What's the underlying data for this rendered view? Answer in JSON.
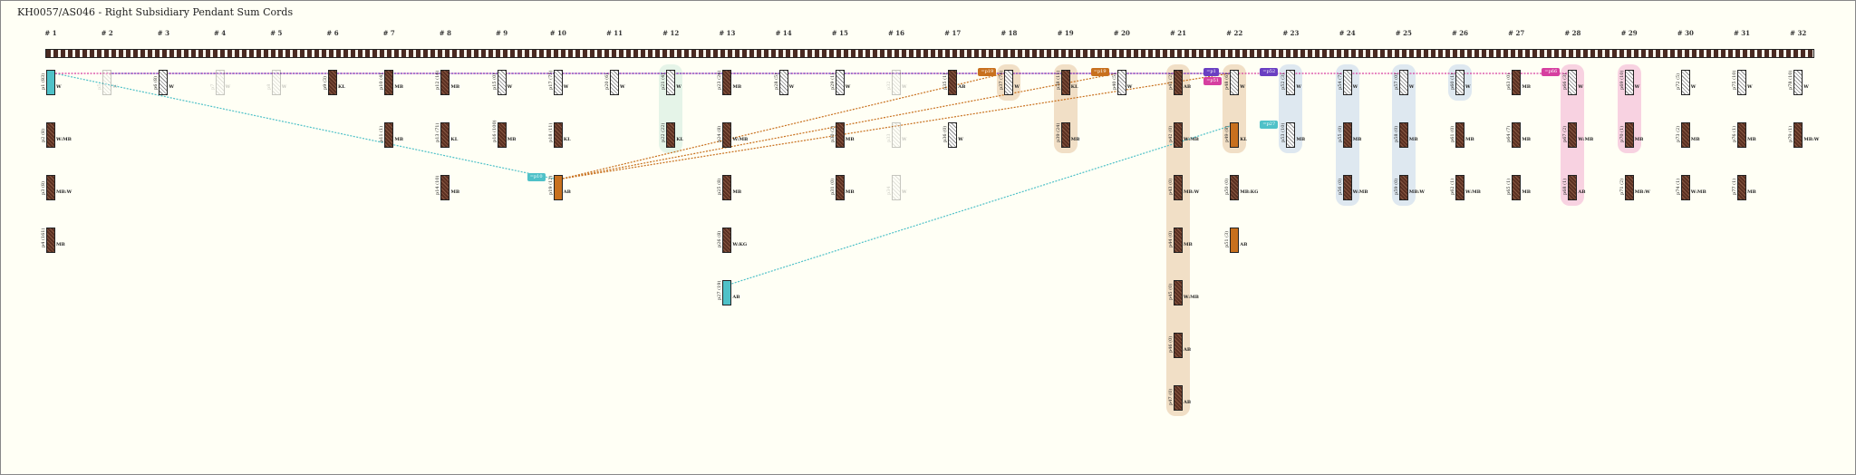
{
  "title": "KH0057/AS046 - Right Subsidiary Pendant Sum Cords",
  "columns": [
    "# 1",
    "# 2",
    "# 3",
    "# 4",
    "# 5",
    "# 6",
    "# 7",
    "# 8",
    "# 9",
    "# 10",
    "# 11",
    "# 12",
    "# 13",
    "# 14",
    "# 15",
    "# 16",
    "# 17",
    "# 18",
    "# 19",
    "# 20",
    "# 21",
    "# 22",
    "# 23",
    "# 24",
    "# 25",
    "# 26",
    "# 27",
    "# 28",
    "# 29",
    "# 30",
    "# 31",
    "# 32"
  ],
  "colors": {
    "cord_dark": "#5a3022",
    "cord_light": "#ffffff",
    "teal": "#4fc1c8",
    "orange": "#c8701e",
    "magenta": "#d63fa0",
    "purple": "#6a3fc2",
    "tan_band": "#e8c9a6",
    "pink_band": "#f3b4d3",
    "blue_band": "#c8d8ec",
    "green_band": "#d4ece0"
  },
  "cords": [
    {
      "col": 1,
      "row": 0,
      "id": "p1 (83)",
      "code": "W",
      "style": "teal"
    },
    {
      "col": 1,
      "row": 1,
      "id": "p2 (8)",
      "code": "W:MB",
      "style": "dark"
    },
    {
      "col": 1,
      "row": 2,
      "id": "p3 (8)",
      "code": "MB:W",
      "style": "dark"
    },
    {
      "col": 1,
      "row": 3,
      "id": "p4 (161)",
      "code": "MB",
      "style": "dark"
    },
    {
      "col": 2,
      "row": 0,
      "id": "p5",
      "code": "W",
      "style": "ghost"
    },
    {
      "col": 3,
      "row": 0,
      "id": "p6 (8)",
      "code": "W",
      "style": "light"
    },
    {
      "col": 4,
      "row": 0,
      "id": "p7",
      "code": "W",
      "style": "ghost"
    },
    {
      "col": 5,
      "row": 0,
      "id": "p8",
      "code": "W",
      "style": "ghost"
    },
    {
      "col": 6,
      "row": 0,
      "id": "p9 (3)",
      "code": "KL",
      "style": "dark"
    },
    {
      "col": 7,
      "row": 0,
      "id": "p10 (4)",
      "code": "MB",
      "style": "dark"
    },
    {
      "col": 7,
      "row": 1,
      "id": "p11 (1)",
      "code": "MB",
      "style": "dark"
    },
    {
      "col": 8,
      "row": 0,
      "id": "p12 (16)",
      "code": "MB",
      "style": "dark"
    },
    {
      "col": 8,
      "row": 1,
      "id": "p13 (71)",
      "code": "KL",
      "style": "dark"
    },
    {
      "col": 8,
      "row": 2,
      "id": "p14 (10)",
      "code": "MB",
      "style": "dark"
    },
    {
      "col": 9,
      "row": 0,
      "id": "p15 (0)",
      "code": "W",
      "style": "light"
    },
    {
      "col": 9,
      "row": 1,
      "id": "p16 (100)",
      "code": "MB",
      "style": "dark"
    },
    {
      "col": 10,
      "row": 0,
      "id": "p17 (75)",
      "code": "W",
      "style": "light"
    },
    {
      "col": 10,
      "row": 1,
      "id": "p18 (11)",
      "code": "KL",
      "style": "dark"
    },
    {
      "col": 10,
      "row": 2,
      "id": "p19 (12)",
      "code": "AB",
      "style": "orange"
    },
    {
      "col": 11,
      "row": 0,
      "id": "p20 (6)",
      "code": "W",
      "style": "light"
    },
    {
      "col": 12,
      "row": 0,
      "id": "p21 (4)",
      "code": "W",
      "style": "light"
    },
    {
      "col": 12,
      "row": 1,
      "id": "p22 (22)",
      "code": "KL",
      "style": "dark"
    },
    {
      "col": 13,
      "row": 0,
      "id": "p23 (26)",
      "code": "MB",
      "style": "dark"
    },
    {
      "col": 13,
      "row": 1,
      "id": "p24 (8)",
      "code": "W:MB",
      "style": "dark"
    },
    {
      "col": 13,
      "row": 2,
      "id": "p25 (8)",
      "code": "MB",
      "style": "dark"
    },
    {
      "col": 13,
      "row": 3,
      "id": "p26 (8)",
      "code": "W:KG",
      "style": "dark"
    },
    {
      "col": 13,
      "row": 4,
      "id": "p27 (19)",
      "code": "AB",
      "style": "teal"
    },
    {
      "col": 14,
      "row": 0,
      "id": "p28 (5)",
      "code": "W",
      "style": "light"
    },
    {
      "col": 15,
      "row": 0,
      "id": "p29 (1)",
      "code": "W",
      "style": "light"
    },
    {
      "col": 15,
      "row": 1,
      "id": "p30 (2)",
      "code": "MB",
      "style": "dark"
    },
    {
      "col": 15,
      "row": 2,
      "id": "p31 (0)",
      "code": "MB",
      "style": "dark"
    },
    {
      "col": 16,
      "row": 0,
      "id": "p32",
      "code": "W",
      "style": "ghost"
    },
    {
      "col": 16,
      "row": 1,
      "id": "p33",
      "code": "W",
      "style": "ghost"
    },
    {
      "col": 16,
      "row": 2,
      "id": "p34",
      "code": "W",
      "style": "ghost"
    },
    {
      "col": 17,
      "row": 0,
      "id": "p35 (1)",
      "code": "AB",
      "style": "dark"
    },
    {
      "col": 17,
      "row": 1,
      "id": "p36 (0)",
      "code": "W",
      "style": "light"
    },
    {
      "col": 18,
      "row": 0,
      "id": "p37 (74)",
      "code": "W",
      "style": "light"
    },
    {
      "col": 19,
      "row": 0,
      "id": "p38 (11)",
      "code": "KL",
      "style": "dark"
    },
    {
      "col": 19,
      "row": 1,
      "id": "p39 (24)",
      "code": "MB",
      "style": "dark"
    },
    {
      "col": 20,
      "row": 0,
      "id": "p40 (5)",
      "code": "W",
      "style": "light"
    },
    {
      "col": 21,
      "row": 0,
      "id": "p41 (2)",
      "code": "AB",
      "style": "dark"
    },
    {
      "col": 21,
      "row": 1,
      "id": "p42 (0)",
      "code": "W:MB",
      "style": "dark"
    },
    {
      "col": 21,
      "row": 2,
      "id": "p43 (0)",
      "code": "MB:W",
      "style": "dark"
    },
    {
      "col": 21,
      "row": 3,
      "id": "p44 (0)",
      "code": "MB",
      "style": "dark"
    },
    {
      "col": 21,
      "row": 4,
      "id": "p45 (0)",
      "code": "W:MB",
      "style": "dark"
    },
    {
      "col": 21,
      "row": 5,
      "id": "p46 (0)",
      "code": "AB",
      "style": "dark"
    },
    {
      "col": 21,
      "row": 6,
      "id": "p47 (0)",
      "code": "AB",
      "style": "dark"
    },
    {
      "col": 22,
      "row": 0,
      "id": "p48 (6)",
      "code": "W",
      "style": "light"
    },
    {
      "col": 22,
      "row": 1,
      "id": "p49 (8)",
      "code": "KL",
      "style": "orange"
    },
    {
      "col": 22,
      "row": 2,
      "id": "p50 (0)",
      "code": "MB:KG",
      "style": "dark"
    },
    {
      "col": 22,
      "row": 3,
      "id": "p51 (3)",
      "code": "AB",
      "style": "orange"
    },
    {
      "col": 23,
      "row": 0,
      "id": "p52 (3)",
      "code": "W",
      "style": "light"
    },
    {
      "col": 23,
      "row": 1,
      "id": "p53 (10)",
      "code": "MB",
      "style": "light"
    },
    {
      "col": 24,
      "row": 0,
      "id": "p54 (7)",
      "code": "W",
      "style": "light"
    },
    {
      "col": 24,
      "row": 1,
      "id": "p55 (0)",
      "code": "MB",
      "style": "dark"
    },
    {
      "col": 24,
      "row": 2,
      "id": "p56 (0)",
      "code": "W:MB",
      "style": "dark"
    },
    {
      "col": 25,
      "row": 0,
      "id": "p57 (0)",
      "code": "W",
      "style": "light"
    },
    {
      "col": 25,
      "row": 1,
      "id": "p58 (0)",
      "code": "MB",
      "style": "dark"
    },
    {
      "col": 25,
      "row": 2,
      "id": "p59 (0)",
      "code": "MB:W",
      "style": "dark"
    },
    {
      "col": 26,
      "row": 0,
      "id": "p60 (1)",
      "code": "W",
      "style": "light"
    },
    {
      "col": 26,
      "row": 1,
      "id": "p61 (0)",
      "code": "MB",
      "style": "dark"
    },
    {
      "col": 26,
      "row": 2,
      "id": "p62 (1)",
      "code": "W:MB",
      "style": "dark"
    },
    {
      "col": 27,
      "row": 0,
      "id": "p63 (0)",
      "code": "MB",
      "style": "dark"
    },
    {
      "col": 27,
      "row": 1,
      "id": "p64 (7)",
      "code": "MB",
      "style": "dark"
    },
    {
      "col": 27,
      "row": 2,
      "id": "p65 (1)",
      "code": "MB",
      "style": "dark"
    },
    {
      "col": 28,
      "row": 0,
      "id": "p66 (3)",
      "code": "W",
      "style": "light"
    },
    {
      "col": 28,
      "row": 1,
      "id": "p67 (2)",
      "code": "W:MB",
      "style": "dark"
    },
    {
      "col": 28,
      "row": 2,
      "id": "p68 (1)",
      "code": "AB",
      "style": "dark"
    },
    {
      "col": 29,
      "row": 0,
      "id": "p69 (10)",
      "code": "W",
      "style": "light"
    },
    {
      "col": 29,
      "row": 1,
      "id": "p70 (1)",
      "code": "MB",
      "style": "dark"
    },
    {
      "col": 29,
      "row": 2,
      "id": "p71 (2)",
      "code": "MB:W",
      "style": "dark"
    },
    {
      "col": 30,
      "row": 0,
      "id": "p72 (5)",
      "code": "W",
      "style": "light"
    },
    {
      "col": 30,
      "row": 1,
      "id": "p73 (2)",
      "code": "MB",
      "style": "dark"
    },
    {
      "col": 30,
      "row": 2,
      "id": "p74 (1)",
      "code": "W:MB",
      "style": "dark"
    },
    {
      "col": 31,
      "row": 0,
      "id": "p75 (10)",
      "code": "W",
      "style": "light"
    },
    {
      "col": 31,
      "row": 1,
      "id": "p76 (1)",
      "code": "MB",
      "style": "dark"
    },
    {
      "col": 31,
      "row": 2,
      "id": "p77 (1)",
      "code": "MB",
      "style": "dark"
    },
    {
      "col": 32,
      "row": 0,
      "id": "p78 (10)",
      "code": "W",
      "style": "light"
    },
    {
      "col": 32,
      "row": 1,
      "id": "p79 (1)",
      "code": "MB:W",
      "style": "dark"
    }
  ],
  "bands": [
    {
      "col": 12,
      "rows": [
        0,
        1
      ],
      "color": "green_band"
    },
    {
      "col": 18,
      "rows": [
        0,
        0
      ],
      "color": "tan_band"
    },
    {
      "col": 19,
      "rows": [
        0,
        1
      ],
      "color": "tan_band"
    },
    {
      "col": 21,
      "rows": [
        0,
        6
      ],
      "color": "tan_band"
    },
    {
      "col": 22,
      "rows": [
        0,
        1
      ],
      "color": "tan_band"
    },
    {
      "col": 23,
      "rows": [
        0,
        1
      ],
      "color": "blue_band"
    },
    {
      "col": 24,
      "rows": [
        0,
        2
      ],
      "color": "blue_band"
    },
    {
      "col": 25,
      "rows": [
        0,
        2
      ],
      "color": "blue_band"
    },
    {
      "col": 26,
      "rows": [
        0,
        0
      ],
      "color": "blue_band"
    },
    {
      "col": 28,
      "rows": [
        0,
        2
      ],
      "color": "pink_band"
    },
    {
      "col": 29,
      "rows": [
        0,
        1
      ],
      "color": "pink_band"
    }
  ],
  "tags": [
    {
      "label": "=p19",
      "col": 18,
      "row": 0,
      "color": "orange"
    },
    {
      "label": "=p19",
      "col": 20,
      "row": 0,
      "color": "orange"
    },
    {
      "label": "=p1",
      "col": 22,
      "row": 0,
      "color": "purple"
    },
    {
      "label": "=p51",
      "col": 22,
      "row": 0,
      "color": "magenta"
    },
    {
      "label": "=p52",
      "col": 23,
      "row": 0,
      "color": "purple"
    },
    {
      "label": "=p27",
      "col": 23,
      "row": 1,
      "color": "teal"
    },
    {
      "label": "=p66",
      "col": 28,
      "row": 0,
      "color": "magenta"
    },
    {
      "label": "=p10",
      "col": 10,
      "row": 2,
      "color": "teal"
    }
  ],
  "links": [
    {
      "from": [
        1,
        0
      ],
      "to": [
        10,
        2
      ],
      "color": "teal"
    },
    {
      "from": [
        13,
        4
      ],
      "to": [
        22,
        1
      ],
      "color": "teal"
    },
    {
      "from": [
        10,
        2
      ],
      "to": [
        18,
        0
      ],
      "color": "orange"
    },
    {
      "from": [
        10,
        2
      ],
      "to": [
        20,
        0
      ],
      "color": "orange"
    },
    {
      "from": [
        10,
        2
      ],
      "to": [
        22,
        0
      ],
      "color": "orange"
    },
    {
      "from": [
        1,
        0
      ],
      "to": [
        28,
        0
      ],
      "color": "magenta"
    },
    {
      "from": [
        2,
        0
      ],
      "to": [
        22,
        0
      ],
      "color": "purple"
    }
  ]
}
